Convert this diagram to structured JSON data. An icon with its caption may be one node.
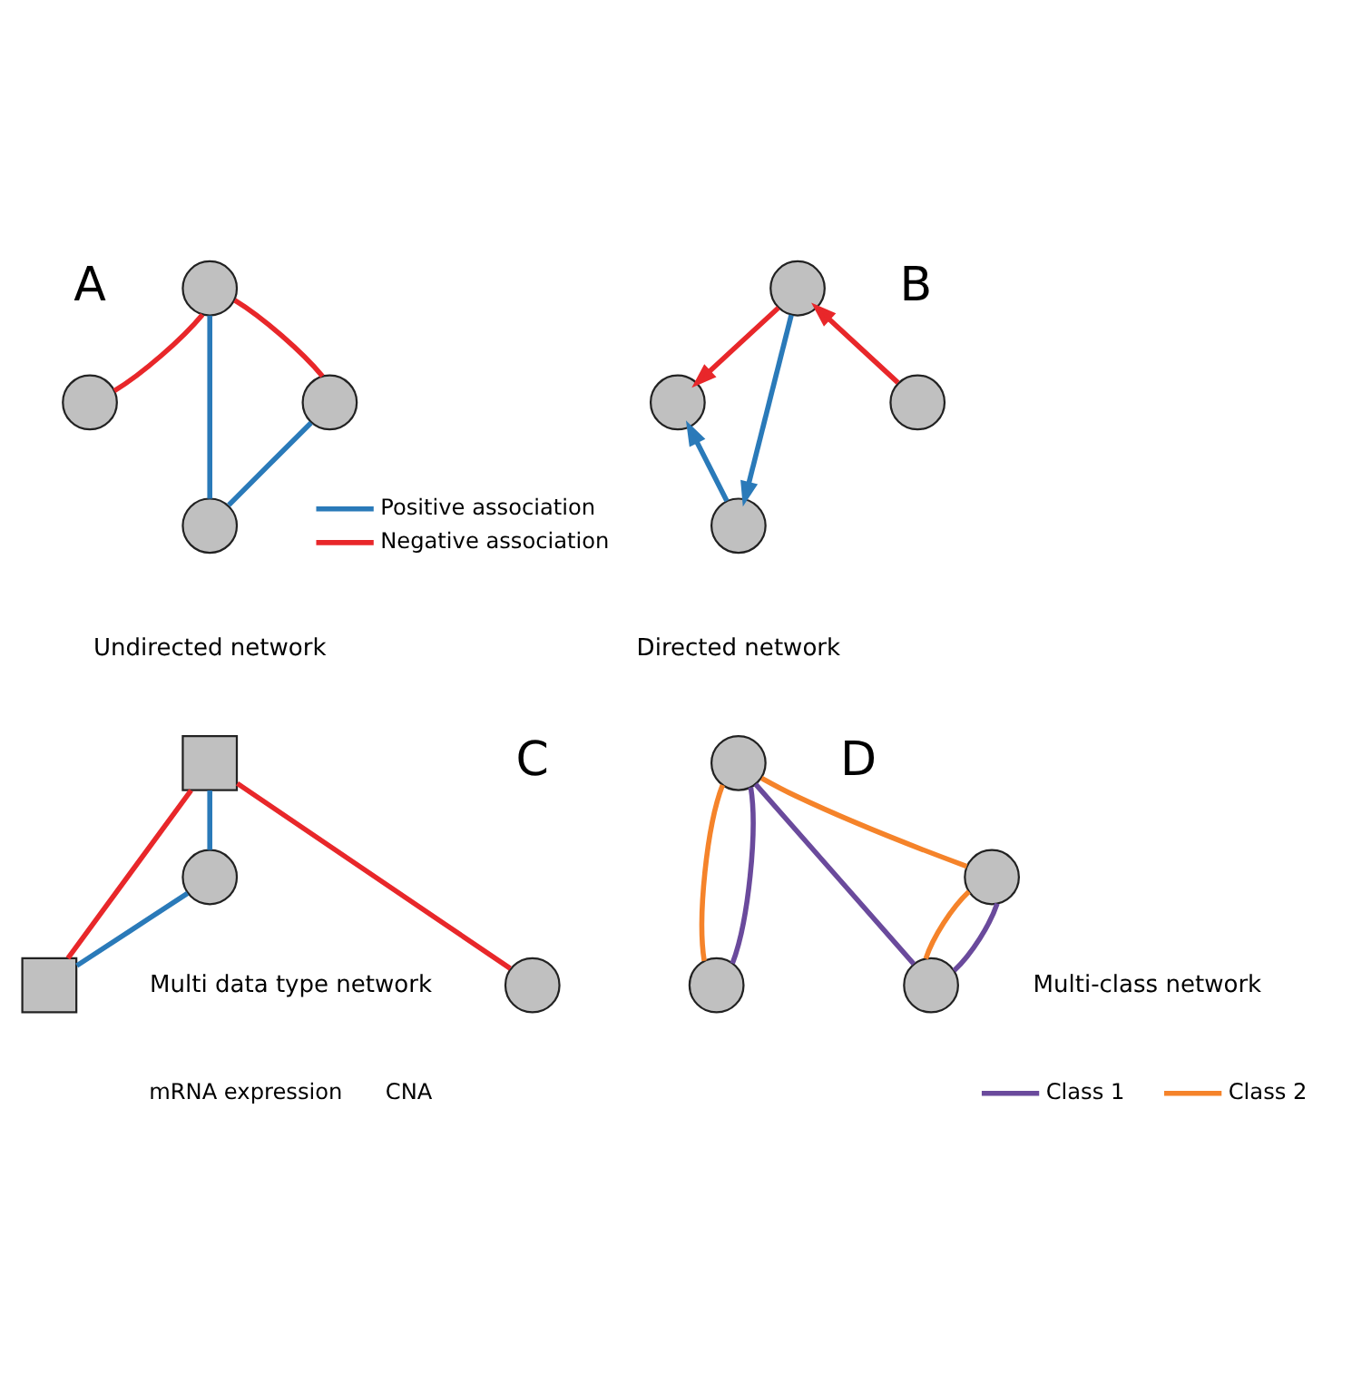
{
  "diagram": {
    "nodes": [
      {
        "text": [],
        "shape": "circle"
      },
      {
        "text": [],
        "shape": "circle"
      },
      {
        "text": [],
        "shape": "circle"
      },
      {
        "text": [],
        "shape": "circle"
      },
      {
        "text": [],
        "shape": "circle"
      },
      {
        "text": [],
        "shape": "circle"
      },
      {
        "text": [],
        "shape": "circle"
      },
      {
        "text": [],
        "shape": "circle"
      },
      {
        "text": [],
        "shape": "box"
      },
      {
        "text": [],
        "shape": "circle"
      },
      {
        "text": [],
        "shape": "box"
      },
      {
        "text": [],
        "shape": "circle"
      },
      {
        "text": [],
        "shape": "circle"
      },
      {
        "text": [],
        "shape": "circle"
      },
      {
        "text": [],
        "shape": "circle"
      },
      {
        "text": [],
        "shape": "circle"
      }
    ],
    "edges": [
      {
        "from": 0,
        "to": 1,
        "arrow": "none",
        "color": "#e8272a"
      },
      {
        "from": 0,
        "to": 2,
        "arrow": "none",
        "color": "#e8272a"
      },
      {
        "from": 0,
        "to": 3,
        "arrow": "none",
        "color": "#2a7ab9"
      },
      {
        "from": 3,
        "to": 2,
        "arrow": "none",
        "color": "#2a7ab9"
      },
      {
        "from": 5,
        "to": 4,
        "arrow": "to",
        "color": "#e8272a"
      },
      {
        "from": 4,
        "to": 6,
        "arrow": "to",
        "color": "#e8272a"
      },
      {
        "from": 4,
        "to": 7,
        "arrow": "to",
        "color": "#2a7ab9"
      },
      {
        "from": 7,
        "to": 6,
        "arrow": "to",
        "color": "#2a7ab9"
      },
      {
        "from": 8,
        "to": 9,
        "arrow": "none",
        "color": "#e8272a"
      },
      {
        "from": 8,
        "to": 10,
        "arrow": "none",
        "color": "#e8272a"
      },
      {
        "from": 8,
        "to": 11,
        "arrow": "none",
        "color": "#2a7ab9"
      },
      {
        "from": 11,
        "to": 10,
        "arrow": "none",
        "color": "#2a7ab9"
      },
      {
        "from": 12,
        "to": 13,
        "arrow": "none",
        "color": "#f5832a"
      },
      {
        "from": 12,
        "to": 13,
        "arrow": "none",
        "color": "#6a4a9c"
      },
      {
        "from": 12,
        "to": 14,
        "arrow": "none",
        "color": "#6a4a9c"
      },
      {
        "from": 12,
        "to": 15,
        "arrow": "none",
        "color": "#f5832a"
      },
      {
        "from": 15,
        "to": 14,
        "arrow": "none",
        "color": "#f5832a"
      },
      {
        "from": 15,
        "to": 14,
        "arrow": "none",
        "color": "#6a4a9c"
      }
    ],
    "labels": [
      "A",
      "B",
      "Undirected network",
      "Directed network",
      "C",
      "D",
      "Multi data type network",
      "Multi-class network"
    ],
    "legend": [
      {
        "text": "Positive association",
        "color": "#2a7ab9"
      },
      {
        "text": "Negative association",
        "color": "#e8272a"
      },
      {
        "text": "mRNA expression"
      },
      {
        "text": "CNA"
      },
      {
        "text": "Class 1",
        "color": "#6a4a9c"
      },
      {
        "text": "Class 2",
        "color": "#f5832a"
      }
    ]
  }
}
